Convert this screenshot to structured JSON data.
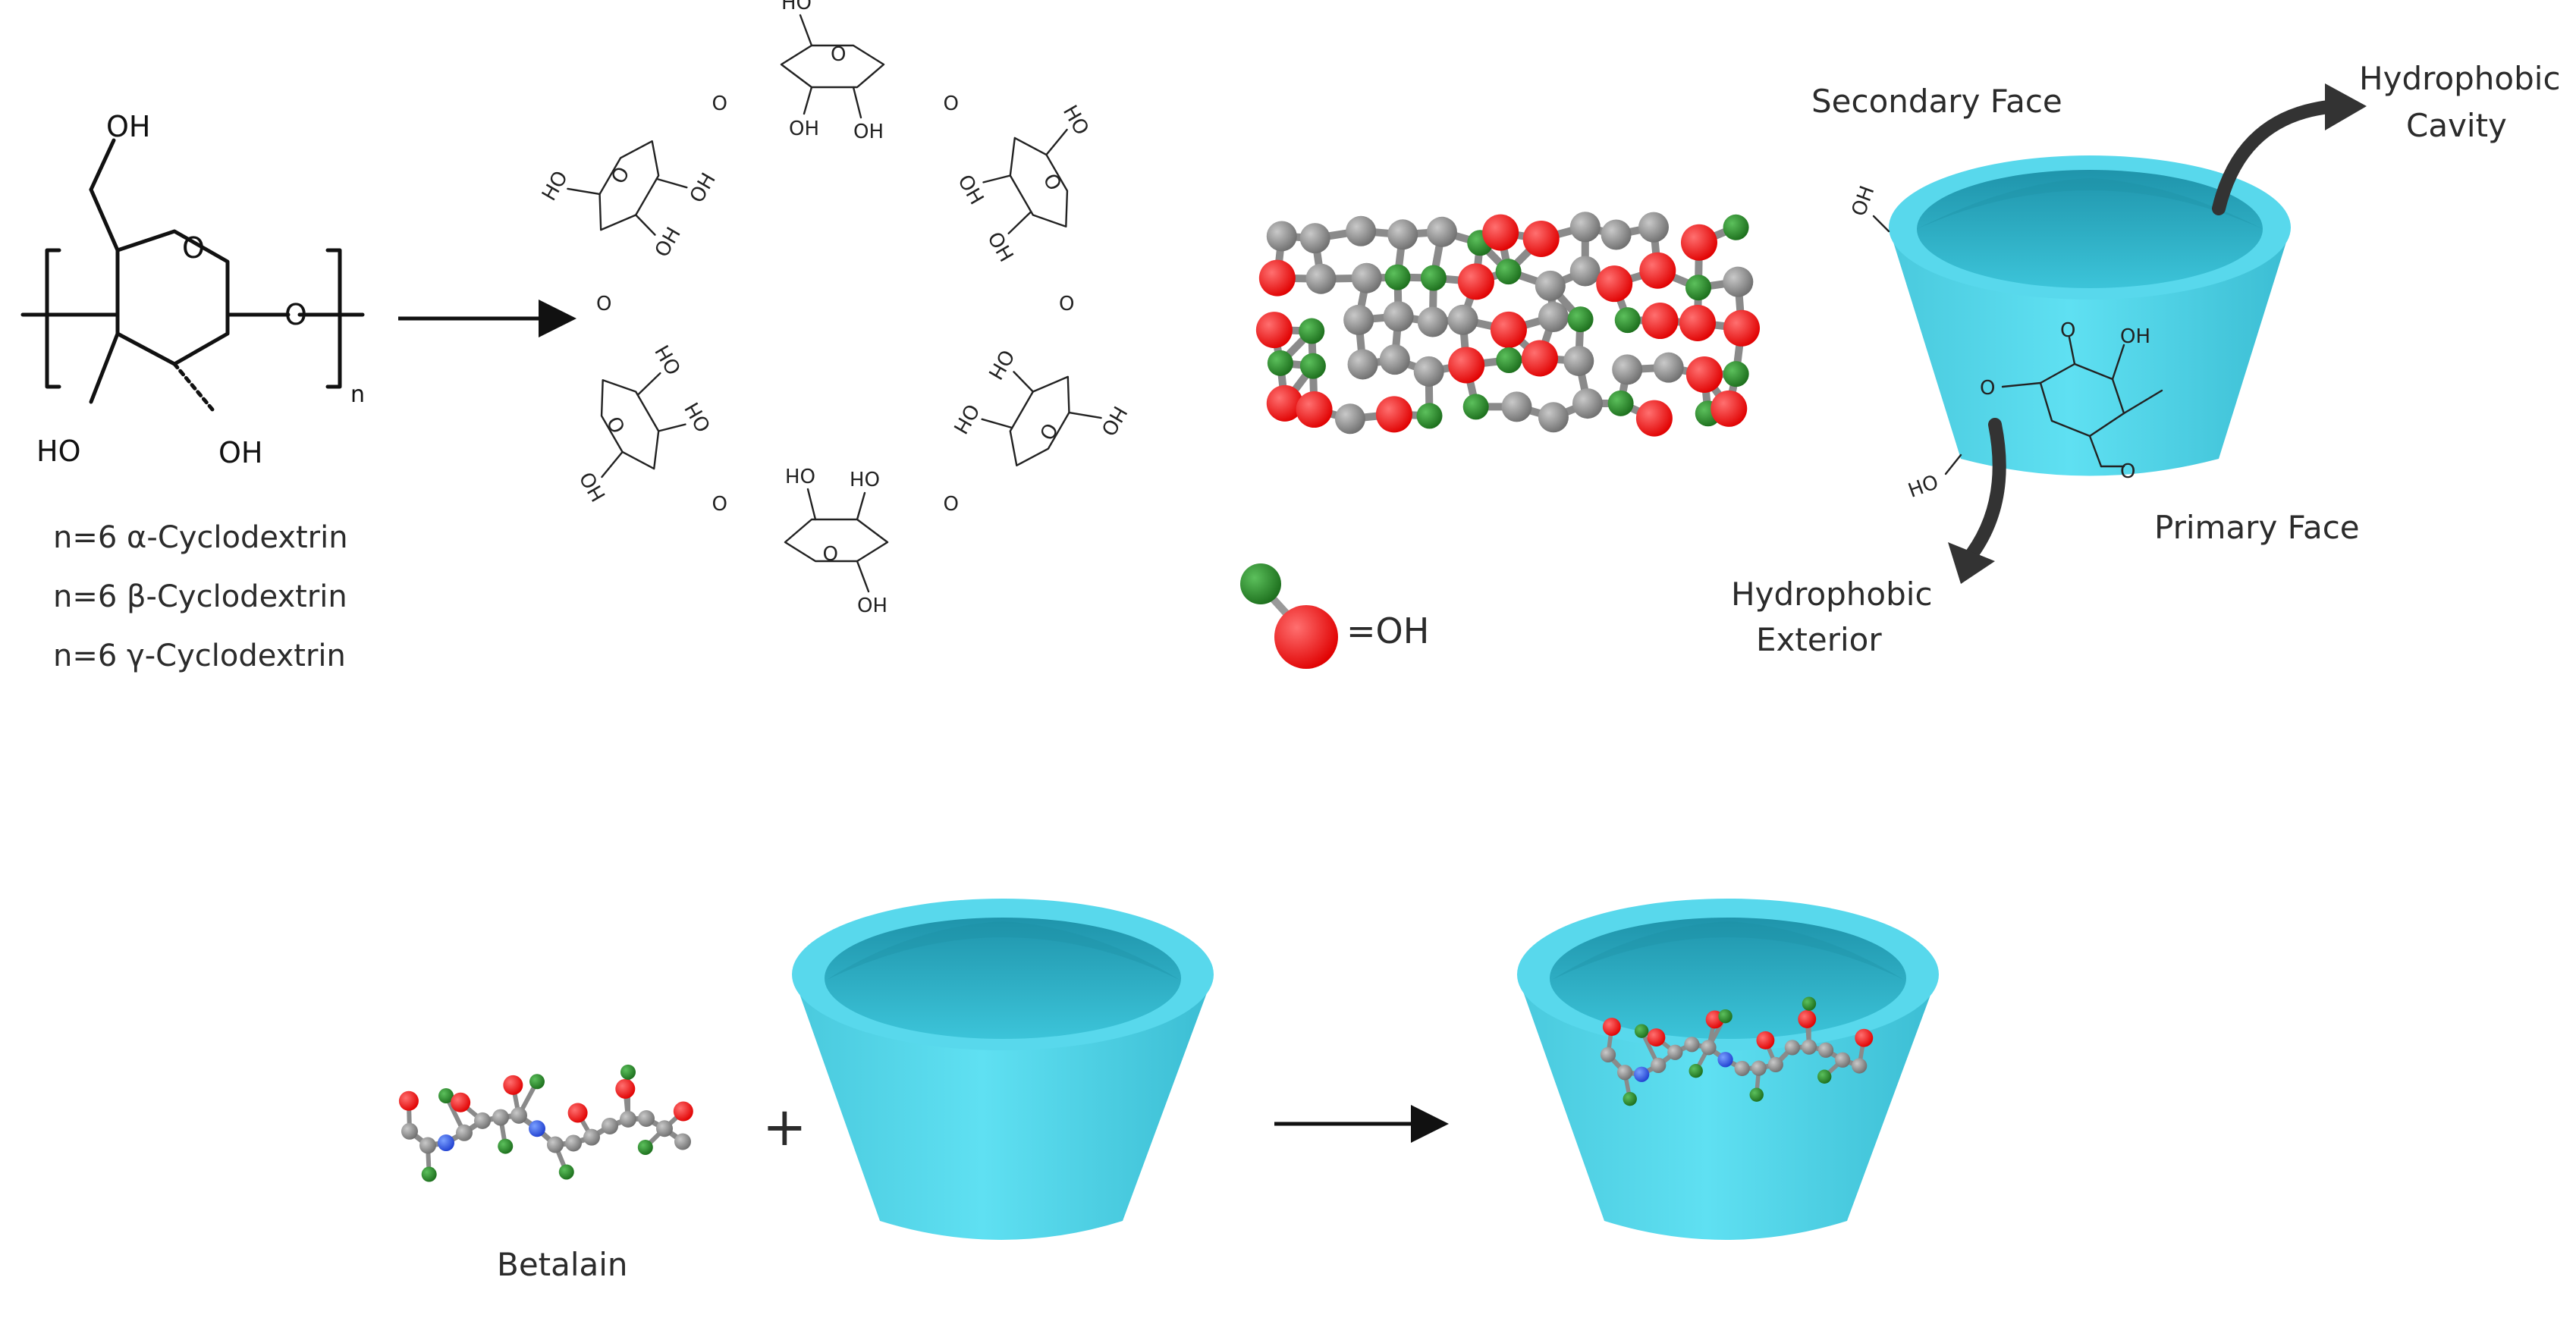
{
  "monomer": {
    "subscript": "n",
    "atoms": {
      "oh_top": "OH",
      "ring_o": "O",
      "bridge_o": "O",
      "ho_left": "HO",
      "oh_bottom": "OH"
    }
  },
  "cyclodextrin_types": [
    "n=6 α-Cyclodextrin",
    "n=6 β-Cyclodextrin",
    "n=6 γ-Cyclodextrin"
  ],
  "ring_atoms": {
    "hydroxyl": "OH",
    "hydroxyl_rev": "HO",
    "oxygen": "O"
  },
  "legend": {
    "oh_label": "=OH"
  },
  "cone_labels": {
    "secondary_face": "Secondary Face",
    "primary_face": "Primary Face",
    "cavity": [
      "Hydrophobic",
      "Cavity"
    ],
    "exterior": [
      "Hydrophobic",
      "Exterior"
    ],
    "oh_top": "OH",
    "ho_bottom": "HO"
  },
  "inclusion": {
    "guest_label": "Betalain",
    "plus": "+"
  },
  "colors": {
    "cone": "#4fd6ea",
    "cone_inner": "#2aa7bd",
    "oxygen": "#ff1a1a",
    "hydrogen": "#2e8b2e",
    "carbon": "#8c8c8c",
    "nitrogen": "#2255ee",
    "arrow": "#333333"
  }
}
